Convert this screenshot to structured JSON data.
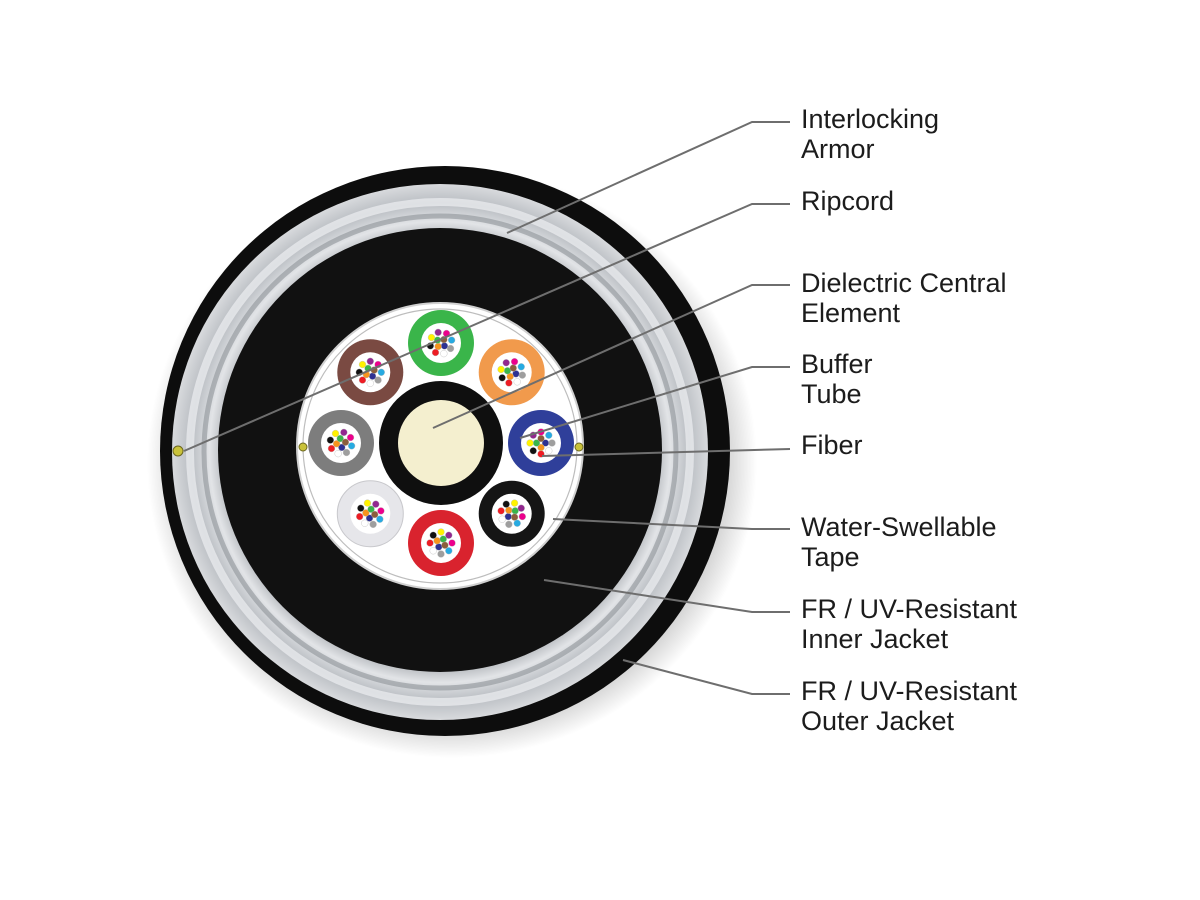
{
  "colors": {
    "outer_jacket": "#0d0d0d",
    "armor": "#c9ccd0",
    "inner_jacket": "#111111",
    "tape": "#ffffff",
    "central_element": "#f4efcf",
    "leader_line": "#6e6e6e",
    "label_text": "#1c1c1c"
  },
  "labels": [
    {
      "key": "armor",
      "lines": [
        "Interlocking",
        "Armor"
      ]
    },
    {
      "key": "ripcord",
      "lines": [
        "Ripcord"
      ]
    },
    {
      "key": "central",
      "lines": [
        "Dielectric Central",
        "Element"
      ]
    },
    {
      "key": "buffer",
      "lines": [
        "Buffer",
        "Tube"
      ]
    },
    {
      "key": "fiber",
      "lines": [
        "Fiber"
      ]
    },
    {
      "key": "tape",
      "lines": [
        "Water-Swellable",
        "Tape"
      ]
    },
    {
      "key": "inner",
      "lines": [
        "FR / UV-Resistant",
        "Inner Jacket"
      ]
    },
    {
      "key": "outer",
      "lines": [
        "FR / UV-Resistant",
        "Outer Jacket"
      ]
    }
  ],
  "buffer_tubes": [
    {
      "color_name": "blue",
      "color": "#2f3f9a"
    },
    {
      "color_name": "orange",
      "color": "#f19a4c"
    },
    {
      "color_name": "green",
      "color": "#3ab54a"
    },
    {
      "color_name": "brown",
      "color": "#7a4a42"
    },
    {
      "color_name": "slate",
      "color": "#7d7d7d"
    },
    {
      "color_name": "white",
      "color": "#e6e6ea"
    },
    {
      "color_name": "red",
      "color": "#d9232e"
    },
    {
      "color_name": "black",
      "color": "#151515"
    }
  ],
  "fiber_colors": [
    "#2e3192",
    "#f7941d",
    "#39b54a",
    "#8b5e3c",
    "#9e9e9e",
    "#ffffff",
    "#ed1c24",
    "#111111",
    "#fff200",
    "#92278f",
    "#ec008c",
    "#27aae1"
  ]
}
